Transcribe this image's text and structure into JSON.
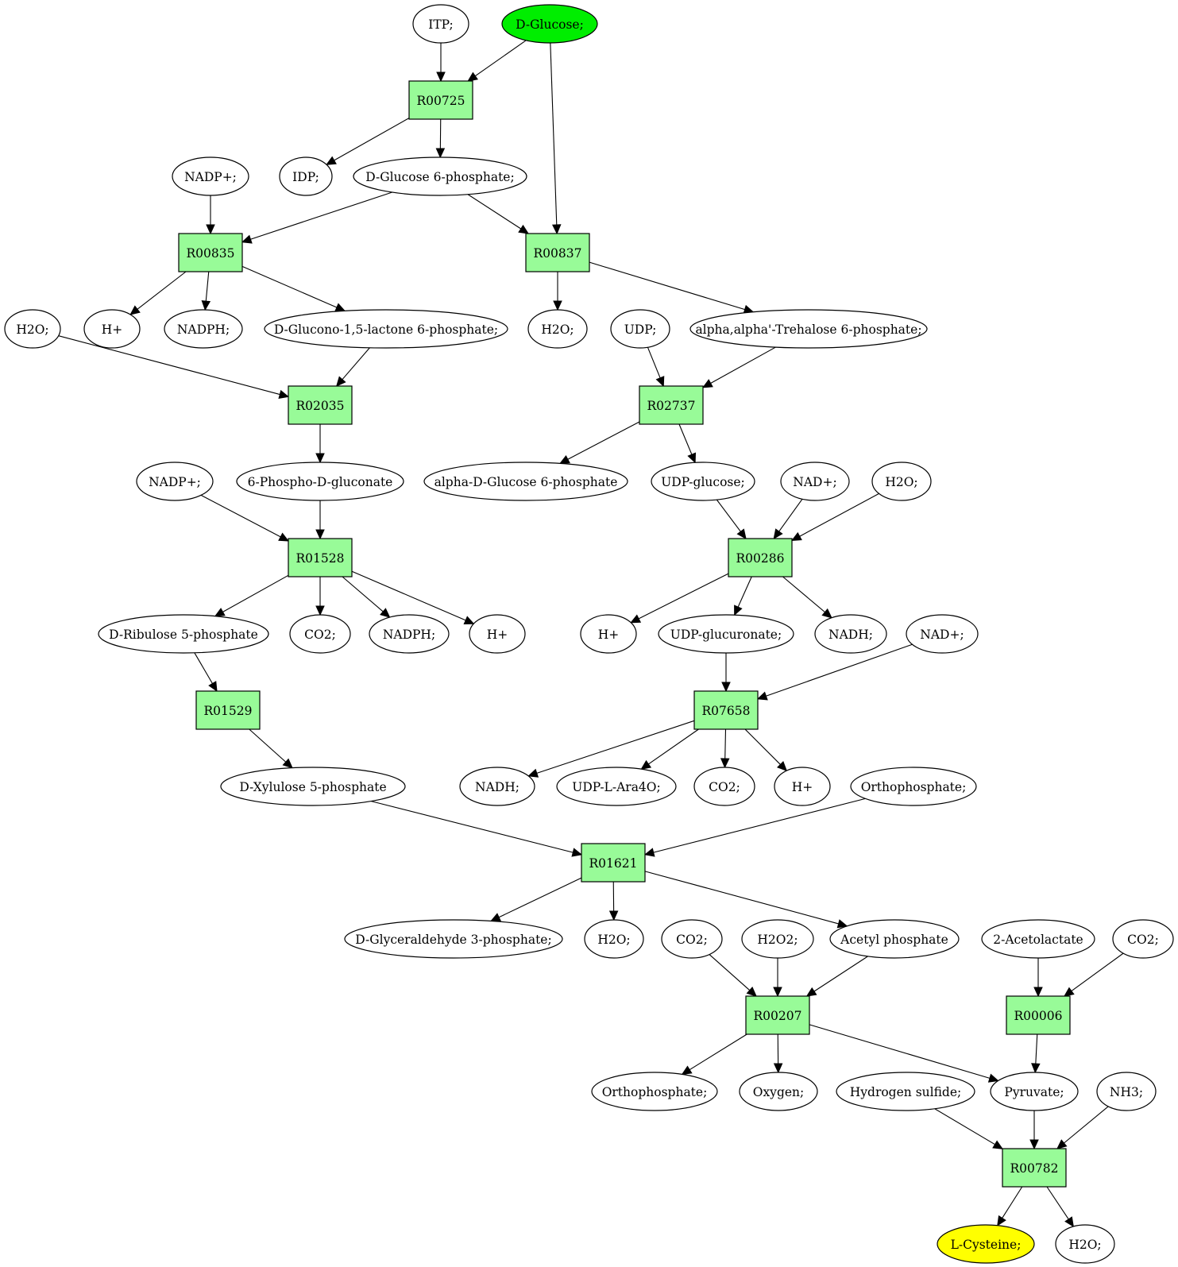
{
  "colors": {
    "reaction_fill": "#98fb98",
    "compound_fill": "#ffffff",
    "start_fill": "#00ee00",
    "target_fill": "#ffff00",
    "stroke": "#000000"
  },
  "nodes": [
    {
      "id": "itp",
      "label": "ITP;",
      "kind": "compound"
    },
    {
      "id": "dglucose",
      "label": "D-Glucose;",
      "kind": "start"
    },
    {
      "id": "r00725",
      "label": "R00725",
      "kind": "reaction"
    },
    {
      "id": "nadp1",
      "label": "NADP+;",
      "kind": "compound"
    },
    {
      "id": "idp",
      "label": "IDP;",
      "kind": "compound"
    },
    {
      "id": "g6p",
      "label": "D-Glucose 6-phosphate;",
      "kind": "compound"
    },
    {
      "id": "r00835",
      "label": "R00835",
      "kind": "reaction"
    },
    {
      "id": "r00837",
      "label": "R00837",
      "kind": "reaction"
    },
    {
      "id": "h2o1",
      "label": "H2O;",
      "kind": "compound"
    },
    {
      "id": "hplus1",
      "label": "H+",
      "kind": "compound"
    },
    {
      "id": "nadph1",
      "label": "NADPH;",
      "kind": "compound"
    },
    {
      "id": "glucono",
      "label": "D-Glucono-1,5-lactone 6-phosphate;",
      "kind": "compound"
    },
    {
      "id": "h2o2",
      "label": "H2O;",
      "kind": "compound"
    },
    {
      "id": "udp",
      "label": "UDP;",
      "kind": "compound"
    },
    {
      "id": "trehalose",
      "label": "alpha,alpha'-Trehalose 6-phosphate;",
      "kind": "compound"
    },
    {
      "id": "r02035",
      "label": "R02035",
      "kind": "reaction"
    },
    {
      "id": "r02737",
      "label": "R02737",
      "kind": "reaction"
    },
    {
      "id": "nadp2",
      "label": "NADP+;",
      "kind": "compound"
    },
    {
      "id": "phosphogluconate",
      "label": "6-Phospho-D-gluconate",
      "kind": "compound"
    },
    {
      "id": "adg6p",
      "label": "alpha-D-Glucose 6-phosphate",
      "kind": "compound"
    },
    {
      "id": "udpglucose",
      "label": "UDP-glucose;",
      "kind": "compound"
    },
    {
      "id": "nad1",
      "label": "NAD+;",
      "kind": "compound"
    },
    {
      "id": "h2o3",
      "label": "H2O;",
      "kind": "compound"
    },
    {
      "id": "r01528",
      "label": "R01528",
      "kind": "reaction"
    },
    {
      "id": "r00286",
      "label": "R00286",
      "kind": "reaction"
    },
    {
      "id": "ribulose",
      "label": "D-Ribulose 5-phosphate",
      "kind": "compound"
    },
    {
      "id": "co2a",
      "label": "CO2;",
      "kind": "compound"
    },
    {
      "id": "nadph2",
      "label": "NADPH;",
      "kind": "compound"
    },
    {
      "id": "hplus2",
      "label": "H+",
      "kind": "compound"
    },
    {
      "id": "hplus3",
      "label": "H+",
      "kind": "compound"
    },
    {
      "id": "udpglucuronate",
      "label": "UDP-glucuronate;",
      "kind": "compound"
    },
    {
      "id": "nadh1",
      "label": "NADH;",
      "kind": "compound"
    },
    {
      "id": "nad2",
      "label": "NAD+;",
      "kind": "compound"
    },
    {
      "id": "r01529",
      "label": "R01529",
      "kind": "reaction"
    },
    {
      "id": "r07658",
      "label": "R07658",
      "kind": "reaction"
    },
    {
      "id": "xylulose",
      "label": "D-Xylulose 5-phosphate",
      "kind": "compound"
    },
    {
      "id": "nadh2",
      "label": "NADH;",
      "kind": "compound"
    },
    {
      "id": "udpara",
      "label": "UDP-L-Ara4O;",
      "kind": "compound"
    },
    {
      "id": "co2b",
      "label": "CO2;",
      "kind": "compound"
    },
    {
      "id": "hplus4",
      "label": "H+",
      "kind": "compound"
    },
    {
      "id": "ortho1",
      "label": "Orthophosphate;",
      "kind": "compound"
    },
    {
      "id": "r01621",
      "label": "R01621",
      "kind": "reaction"
    },
    {
      "id": "g3p",
      "label": "D-Glyceraldehyde 3-phosphate;",
      "kind": "compound"
    },
    {
      "id": "h2o4",
      "label": "H2O;",
      "kind": "compound"
    },
    {
      "id": "co2c",
      "label": "CO2;",
      "kind": "compound"
    },
    {
      "id": "h2o2b",
      "label": "H2O2;",
      "kind": "compound"
    },
    {
      "id": "acetylp",
      "label": "Acetyl phosphate",
      "kind": "compound"
    },
    {
      "id": "acetolactate",
      "label": "2-Acetolactate",
      "kind": "compound"
    },
    {
      "id": "co2d",
      "label": "CO2;",
      "kind": "compound"
    },
    {
      "id": "r00207",
      "label": "R00207",
      "kind": "reaction"
    },
    {
      "id": "r00006",
      "label": "R00006",
      "kind": "reaction"
    },
    {
      "id": "ortho2",
      "label": "Orthophosphate;",
      "kind": "compound"
    },
    {
      "id": "oxygen",
      "label": "Oxygen;",
      "kind": "compound"
    },
    {
      "id": "h2s",
      "label": "Hydrogen sulfide;",
      "kind": "compound"
    },
    {
      "id": "pyruvate",
      "label": "Pyruvate;",
      "kind": "compound"
    },
    {
      "id": "nh3",
      "label": "NH3;",
      "kind": "compound"
    },
    {
      "id": "r00782",
      "label": "R00782",
      "kind": "reaction"
    },
    {
      "id": "cysteine",
      "label": "L-Cysteine;",
      "kind": "target"
    },
    {
      "id": "h2o5",
      "label": "H2O;",
      "kind": "compound"
    }
  ],
  "edges": [
    {
      "from": "itp",
      "to": "r00725"
    },
    {
      "from": "dglucose",
      "to": "r00725"
    },
    {
      "from": "dglucose",
      "to": "r00837"
    },
    {
      "from": "r00725",
      "to": "idp"
    },
    {
      "from": "r00725",
      "to": "g6p"
    },
    {
      "from": "nadp1",
      "to": "r00835"
    },
    {
      "from": "g6p",
      "to": "r00835"
    },
    {
      "from": "g6p",
      "to": "r00837"
    },
    {
      "from": "r00835",
      "to": "hplus1"
    },
    {
      "from": "r00835",
      "to": "nadph1"
    },
    {
      "from": "r00835",
      "to": "glucono"
    },
    {
      "from": "r00837",
      "to": "h2o2"
    },
    {
      "from": "r00837",
      "to": "trehalose"
    },
    {
      "from": "h2o1",
      "to": "r02035"
    },
    {
      "from": "glucono",
      "to": "r02035"
    },
    {
      "from": "udp",
      "to": "r02737"
    },
    {
      "from": "trehalose",
      "to": "r02737"
    },
    {
      "from": "r02035",
      "to": "phosphogluconate"
    },
    {
      "from": "r02737",
      "to": "adg6p"
    },
    {
      "from": "r02737",
      "to": "udpglucose"
    },
    {
      "from": "nadp2",
      "to": "r01528"
    },
    {
      "from": "phosphogluconate",
      "to": "r01528"
    },
    {
      "from": "udpglucose",
      "to": "r00286"
    },
    {
      "from": "nad1",
      "to": "r00286"
    },
    {
      "from": "h2o3",
      "to": "r00286"
    },
    {
      "from": "r01528",
      "to": "ribulose"
    },
    {
      "from": "r01528",
      "to": "co2a"
    },
    {
      "from": "r01528",
      "to": "nadph2"
    },
    {
      "from": "r01528",
      "to": "hplus2"
    },
    {
      "from": "r00286",
      "to": "hplus3"
    },
    {
      "from": "r00286",
      "to": "udpglucuronate"
    },
    {
      "from": "r00286",
      "to": "nadh1"
    },
    {
      "from": "ribulose",
      "to": "r01529"
    },
    {
      "from": "udpglucuronate",
      "to": "r07658"
    },
    {
      "from": "nad2",
      "to": "r07658"
    },
    {
      "from": "r01529",
      "to": "xylulose"
    },
    {
      "from": "r07658",
      "to": "nadh2"
    },
    {
      "from": "r07658",
      "to": "udpara"
    },
    {
      "from": "r07658",
      "to": "co2b"
    },
    {
      "from": "r07658",
      "to": "hplus4"
    },
    {
      "from": "xylulose",
      "to": "r01621"
    },
    {
      "from": "ortho1",
      "to": "r01621"
    },
    {
      "from": "r01621",
      "to": "g3p"
    },
    {
      "from": "r01621",
      "to": "h2o4"
    },
    {
      "from": "r01621",
      "to": "acetylp"
    },
    {
      "from": "co2c",
      "to": "r00207"
    },
    {
      "from": "h2o2b",
      "to": "r00207"
    },
    {
      "from": "acetylp",
      "to": "r00207"
    },
    {
      "from": "acetolactate",
      "to": "r00006"
    },
    {
      "from": "co2d",
      "to": "r00006"
    },
    {
      "from": "r00207",
      "to": "ortho2"
    },
    {
      "from": "r00207",
      "to": "oxygen"
    },
    {
      "from": "r00207",
      "to": "pyruvate"
    },
    {
      "from": "r00006",
      "to": "pyruvate"
    },
    {
      "from": "h2s",
      "to": "r00782"
    },
    {
      "from": "pyruvate",
      "to": "r00782"
    },
    {
      "from": "nh3",
      "to": "r00782"
    },
    {
      "from": "r00782",
      "to": "cysteine"
    },
    {
      "from": "r00782",
      "to": "h2o5"
    }
  ]
}
